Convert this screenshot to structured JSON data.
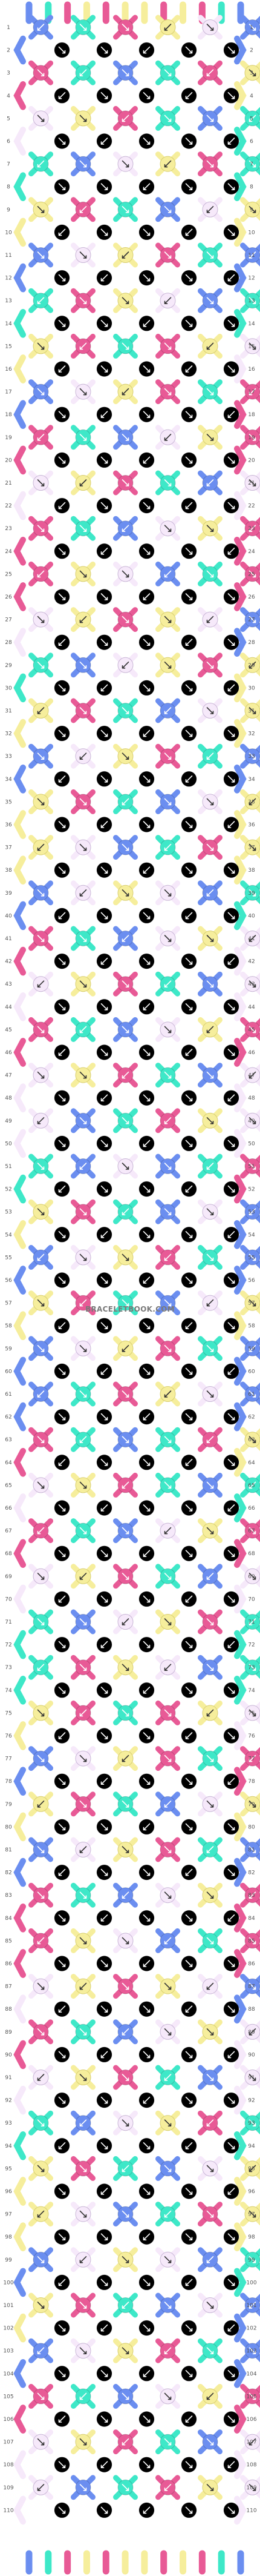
{
  "pattern": {
    "watermark": "BRACELETBOOK.COM",
    "strings": 12,
    "rows": 110,
    "row_labels": [
      "1",
      "2",
      "3",
      "4",
      "5",
      "6",
      "7",
      "8",
      "9",
      "10",
      "11",
      "12",
      "13",
      "14",
      "15",
      "16",
      "17",
      "18",
      "19",
      "20",
      "21",
      "22",
      "23",
      "24",
      "25",
      "26",
      "27",
      "28",
      "29",
      "30",
      "31",
      "32",
      "33",
      "34",
      "35",
      "36",
      "37",
      "38",
      "39",
      "40",
      "41",
      "42",
      "43",
      "44",
      "45",
      "46",
      "47",
      "48",
      "49",
      "50",
      "51",
      "52",
      "53",
      "54",
      "55",
      "56",
      "57",
      "58",
      "59",
      "60",
      "61",
      "62",
      "63",
      "64",
      "65",
      "66",
      "67",
      "68",
      "69",
      "70",
      "71",
      "72",
      "73",
      "74",
      "75",
      "76",
      "77",
      "78",
      "79",
      "80",
      "81",
      "82",
      "83",
      "84",
      "85",
      "86",
      "87",
      "88",
      "89",
      "90",
      "91",
      "92",
      "93",
      "94",
      "95",
      "96",
      "97",
      "98",
      "99",
      "100",
      "101",
      "102",
      "103",
      "104",
      "105",
      "106",
      "107",
      "108",
      "109",
      "110"
    ],
    "colors": {
      "blue": "#6b8ef0",
      "teal": "#3ee8c8",
      "pink": "#e85a96",
      "yellow": "#f6ee9c",
      "lavender": "#f6e9fa"
    },
    "start_strings": [
      "blue",
      "teal",
      "pink",
      "yellow",
      "pink",
      "yellow",
      "yellow",
      "pink",
      "yellow",
      "pink",
      "teal",
      "blue"
    ]
  }
}
